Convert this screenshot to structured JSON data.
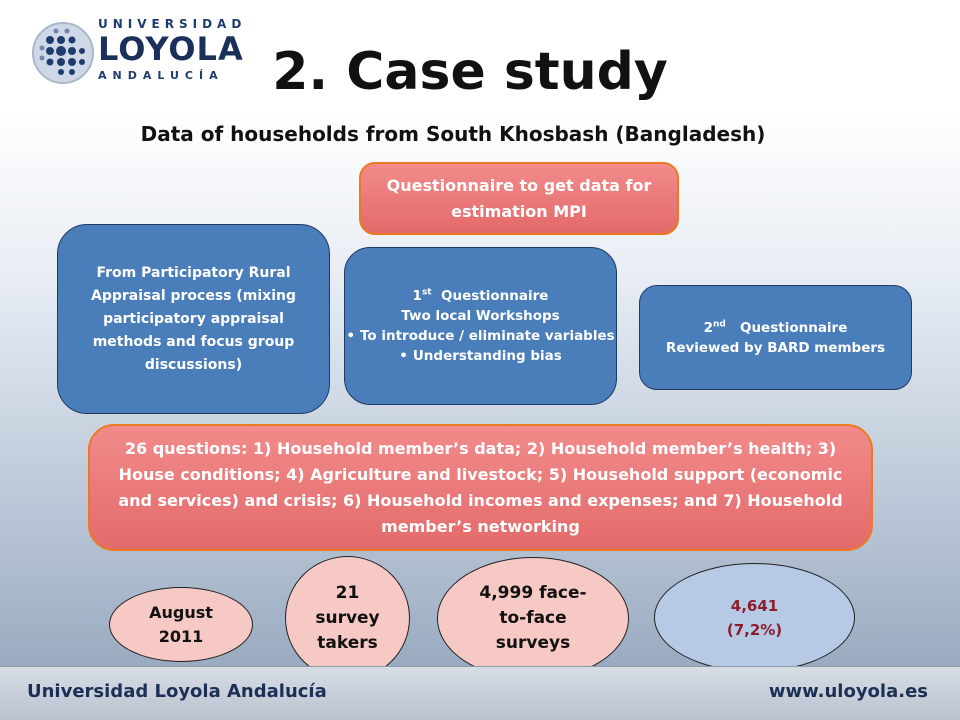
{
  "logo": {
    "line1": "UNIVERSIDAD",
    "line2": "LOYOLA",
    "line3": "ANDALUCÍA"
  },
  "slide": {
    "title": "2. Case study",
    "subtitle": "Data  of households from South Khosbash (Bangladesh)"
  },
  "questionnaire_box": {
    "text": "Questionnaire to get data for estimation MPI"
  },
  "pra_box": {
    "text": "From Participatory Rural Appraisal process (mixing participatory appraisal methods and focus group discussions)"
  },
  "first_q_box": {
    "ordinal_num": "1",
    "ordinal_sup": "st",
    "title": "Questionnaire",
    "line2": "Two local Workshops",
    "bullets": [
      "To introduce / eliminate variables",
      "Understanding bias"
    ]
  },
  "second_q_box": {
    "ordinal_num": "2",
    "ordinal_sup": "nd",
    "title": "Questionnaire",
    "line2": "Reviewed by BARD members"
  },
  "questions_box": {
    "text": "26 questions: 1) Household member’s data; 2) Household member’s health; 3) House conditions; 4) Agriculture and livestock; 5) Household support (economic and services) and crisis; 6) Household incomes and expenses; and 7) Household member’s networking"
  },
  "stats": {
    "date_l1": "August",
    "date_l2": "2011",
    "takers_l1": "21",
    "takers_l2": "survey",
    "takers_l3": "takers",
    "surveys_l1": "4,999 face-",
    "surveys_l2": "to-face",
    "surveys_l3": "surveys",
    "valid_l1": "4,641",
    "valid_l2": "(7,2%)"
  },
  "footer": {
    "left": "Universidad Loyola Andalucía",
    "right": "www.uloyola.es"
  },
  "colors": {
    "blue_box": "#4a7ebb",
    "red_box": "#e36a6a",
    "orange_border": "#ec7a20",
    "pink_ellipse": "#f6c9c4",
    "light_blue_ellipse": "#b7cae5",
    "dark_red_text": "#8b1d2c"
  },
  "icons": {
    "logo_mark": "dotted-globe-icon"
  }
}
